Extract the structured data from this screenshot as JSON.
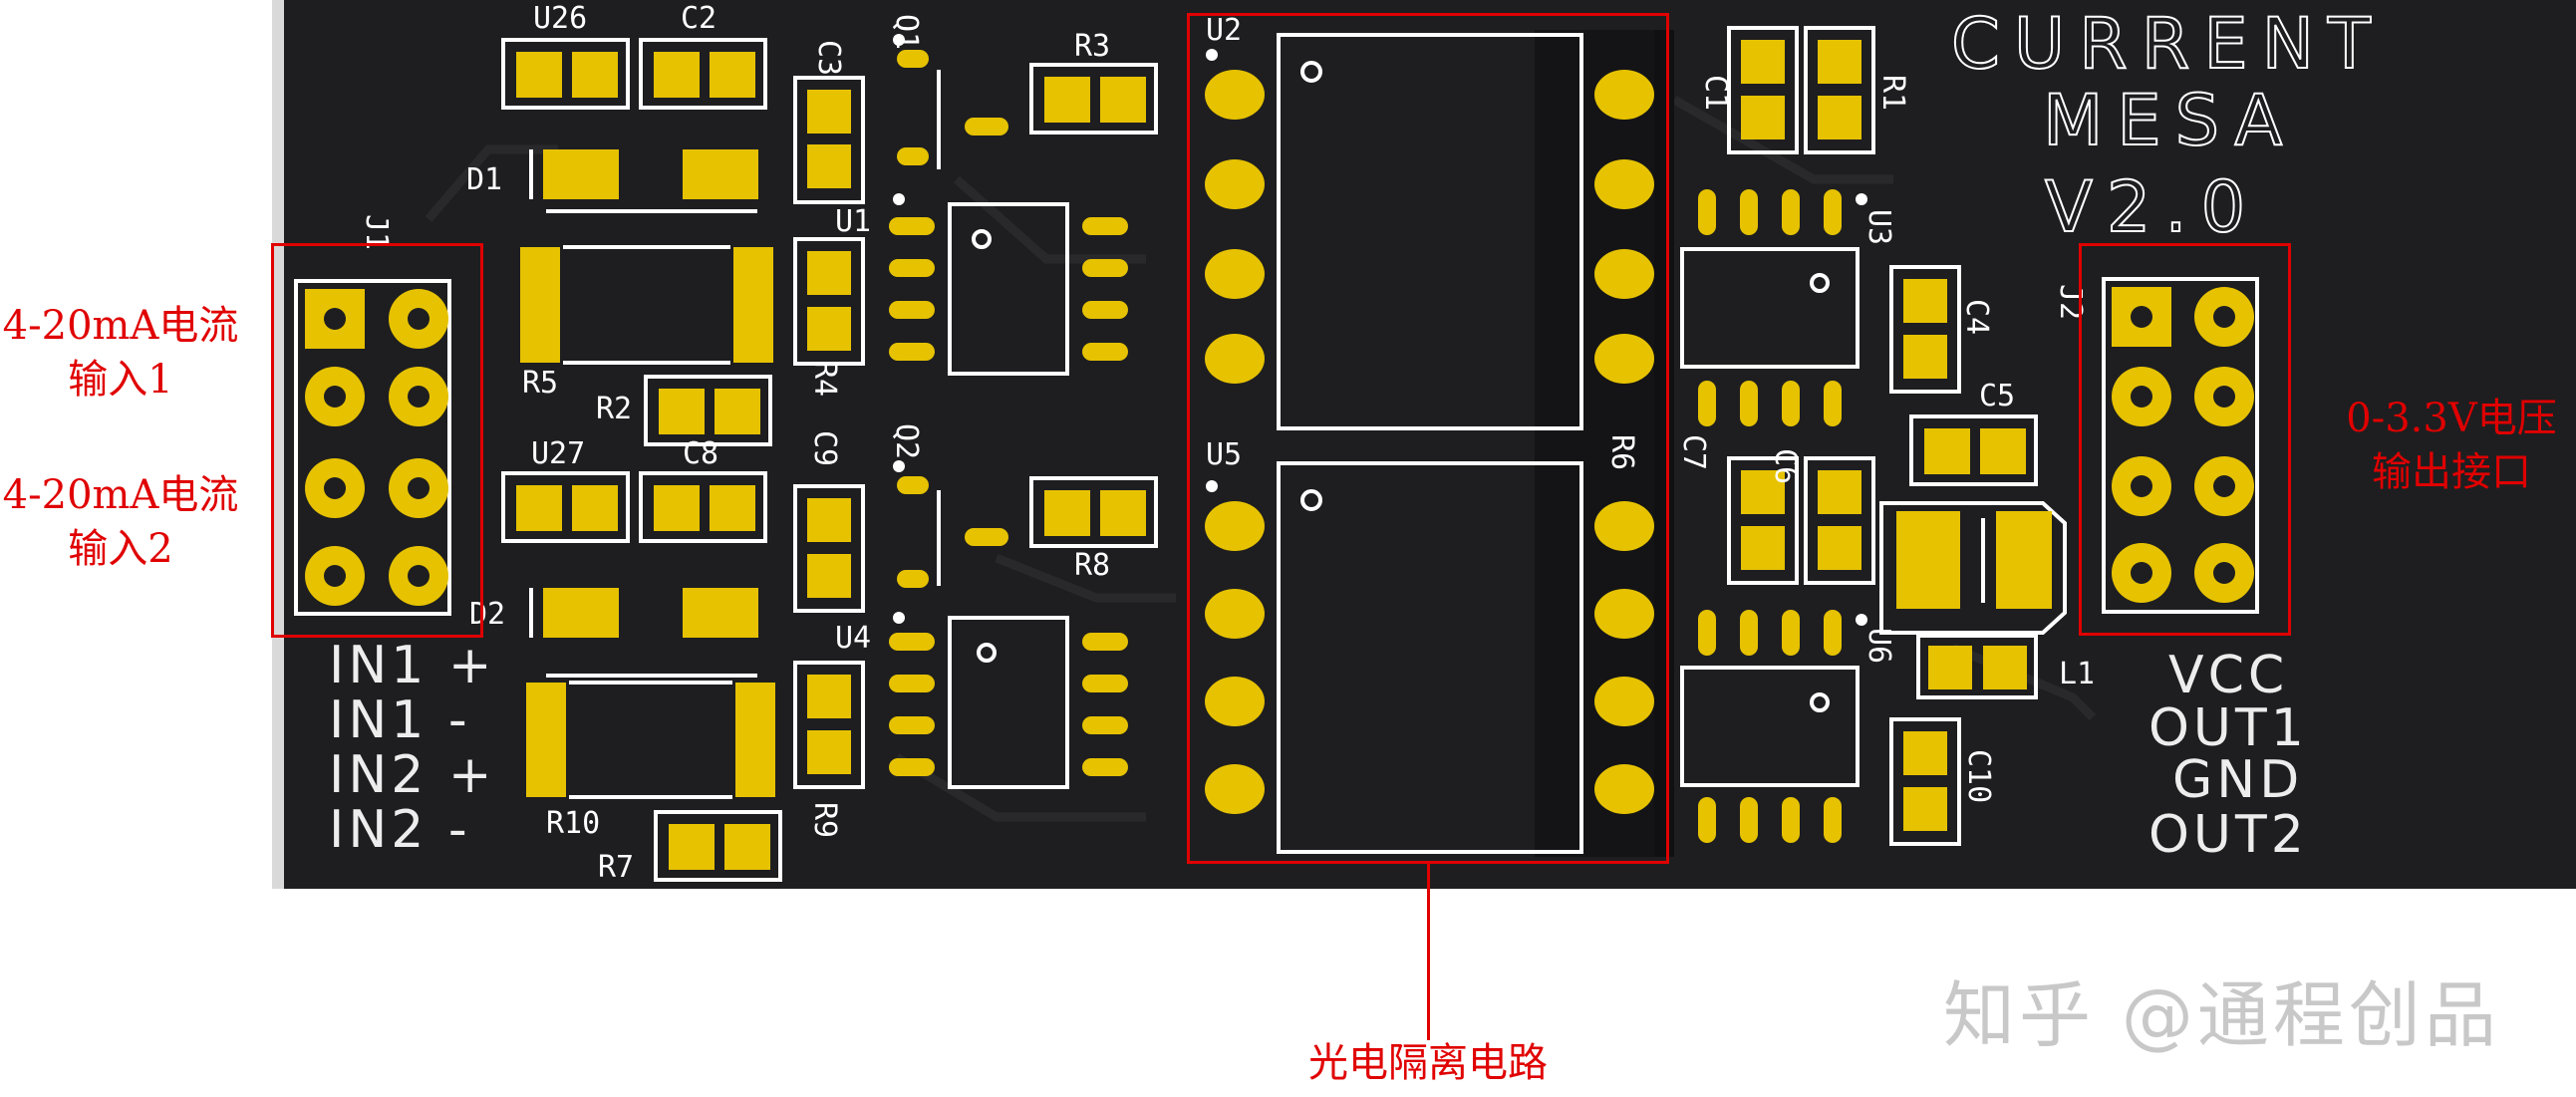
{
  "board": {
    "title_line1": "CURRENT",
    "title_line2": "MESA",
    "version": "V2.0",
    "left_connector_labels": [
      "IN1 +",
      "IN1 -",
      "IN2 +",
      "IN2 -"
    ],
    "right_connector_labels": [
      "VCC",
      "OUT1",
      "GND",
      "OUT2"
    ],
    "designators": {
      "U26": "U26",
      "C2": "C2",
      "C3": "C3",
      "Q1": "Q1",
      "R3": "R3",
      "U2": "U2",
      "C1": "C1",
      "R1": "R1",
      "D1": "D1",
      "U1": "U1",
      "U3": "U3",
      "J1": "J1",
      "C4": "C4",
      "J2": "J2",
      "R5": "R5",
      "R2": "R2",
      "R4": "R4",
      "C9": "C9",
      "C5": "C5",
      "R6": "R6",
      "C7": "C7",
      "U27": "U27",
      "C8": "C8",
      "Q2": "Q2",
      "U5": "U5",
      "C6": "C6",
      "R8": "R8",
      "D2": "D2",
      "U4": "U4",
      "U6": "U6",
      "L1": "L1",
      "R10": "R10",
      "R9": "R9",
      "C10": "C10",
      "R7": "R7"
    }
  },
  "annotations": {
    "input1": [
      "4-20mA电流",
      "输入1"
    ],
    "input2": [
      "4-20mA电流",
      "输入2"
    ],
    "output": [
      "0-3.3V电压",
      "输出接口"
    ],
    "isolation": "光电隔离电路"
  },
  "watermark": "知乎 @通程创品",
  "colors": {
    "board": "#1e1e20",
    "pad": "#e6c200",
    "silkscreen": "#ffffff",
    "annotation": "#e00000"
  }
}
